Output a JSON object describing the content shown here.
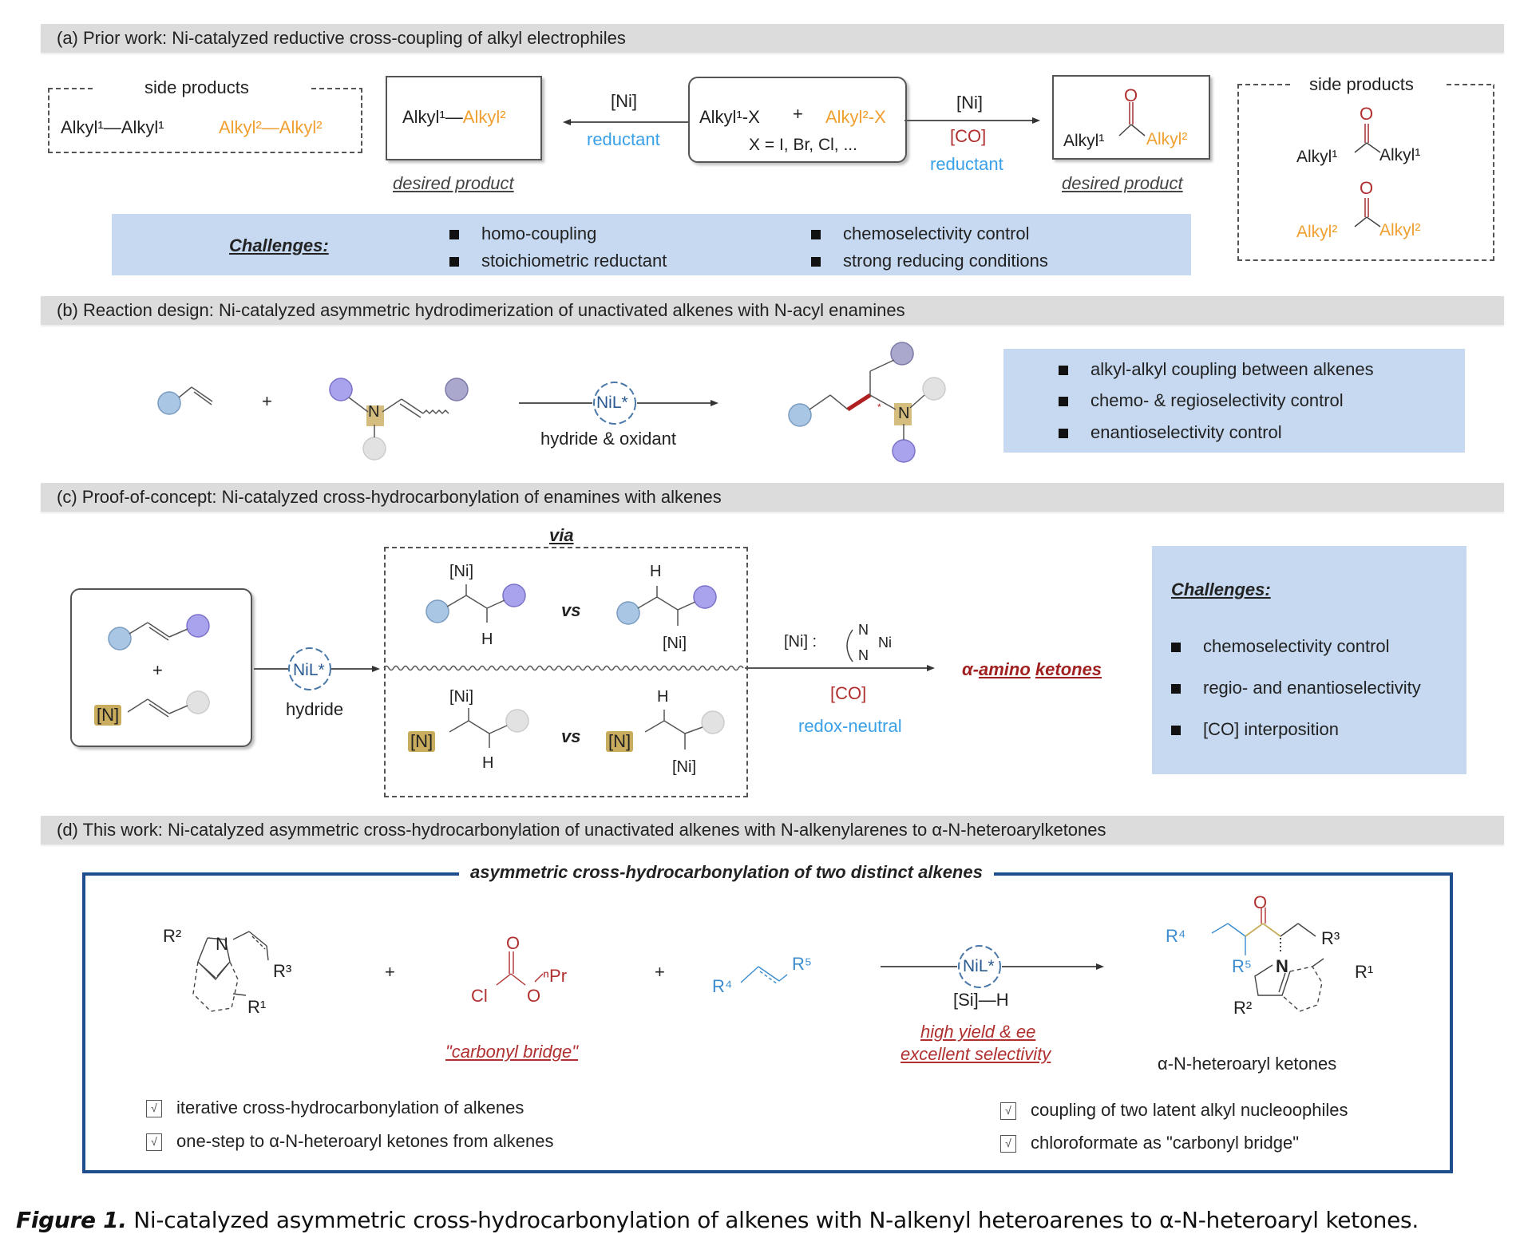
{
  "section_a": {
    "header": "(a) Prior work: Ni-catalyzed reductive cross-coupling of alkyl electrophiles",
    "side_products_left": {
      "label": "side products",
      "item1": "Alkyl¹—Alkyl¹",
      "item2": "Alkyl²—Alkyl²"
    },
    "product_left": {
      "part1": "Alkyl¹—",
      "part2": "Alkyl²",
      "caption": "desired product"
    },
    "arrow_left": {
      "top": "[Ni]",
      "bottom": "reductant"
    },
    "reactants": {
      "r1": "Alkyl¹-X",
      "plus": "+",
      "r2": "Alkyl²-X",
      "note": "X = I, Br, Cl, ..."
    },
    "arrow_right": {
      "top": "[Ni]",
      "middle": "[CO]",
      "bottom": "reductant"
    },
    "product_right": {
      "o": "O",
      "left": "Alkyl¹",
      "right": "Alkyl²",
      "caption": "desired product"
    },
    "side_products_right": {
      "label": "side products",
      "k1": {
        "o": "O",
        "left": "Alkyl¹",
        "right": "Alkyl¹"
      },
      "k2": {
        "o": "O",
        "left": "Alkyl²",
        "right": "Alkyl²"
      }
    },
    "challenges": {
      "title": "Challenges:",
      "items": [
        "homo-coupling",
        "stoichiometric reductant",
        "chemoselectivity control",
        "strong reducing conditions"
      ]
    }
  },
  "section_b": {
    "header": "(b) Reaction design: Ni-catalyzed asymmetric hydrodimerization of unactivated alkenes with N-acyl enamines",
    "plus": "+",
    "n_label": "N",
    "catalyst": "NiL*",
    "conditions": "hydride & oxidant",
    "stereo_mark": "*",
    "features": [
      "alkyl-alkyl coupling between alkenes",
      "chemo- & regioselectivity control",
      "enantioselectivity control"
    ]
  },
  "section_c": {
    "header": "(c) Proof-of-concept: Ni-catalyzed cross-hydrocarbonylation of enamines with alkenes",
    "plus": "+",
    "n_tag": "[N]",
    "catalyst": "NiL*",
    "conditions": "hydride",
    "via": "via",
    "ni": "[Ni]",
    "h": "H",
    "vs": "vs",
    "arrow_top": "[Ni] :",
    "ligand_n": "N",
    "ligand_ni": "Ni",
    "arrow_co": "[CO]",
    "arrow_bottom": "redox-neutral",
    "product": {
      "alpha": "α-",
      "amino": "amino",
      "ketones": "ketones"
    },
    "challenges": {
      "title": "Challenges:",
      "items": [
        "chemoselectivity control",
        "regio- and enantioselectivity",
        "[CO] interposition"
      ]
    }
  },
  "section_d": {
    "header": "(d) This work: Ni-catalyzed asymmetric cross-hydrocarbonylation of unactivated alkenes with N-alkenylarenes to α-N-heteroarylketones",
    "box_title": "asymmetric cross-hydrocarbonylation of two distinct alkenes",
    "substrate": {
      "r2": "R²",
      "n": "N",
      "r3": "R³",
      "r1": "R¹"
    },
    "plus": "+",
    "chloroformate": {
      "o_top": "O",
      "cl": "Cl",
      "o": "O",
      "pr": "ⁿPr",
      "caption": "\"carbonyl bridge\""
    },
    "alkene": {
      "r4": "R⁴",
      "r5": "R⁵"
    },
    "catalyst": "NiL*",
    "reagent": "[Si]—H",
    "conditions1": "high yield & ee",
    "conditions2": "excellent selectivity",
    "product": {
      "o": "O",
      "r4": "R⁴",
      "r5": "R⁵",
      "r3": "R³",
      "n": "N",
      "r1": "R¹",
      "r2": "R²",
      "caption": "α-N-heteroaryl ketones"
    },
    "features_left": [
      "iterative cross-hydrocarbonylation of alkenes",
      "one-step to α-N-heteroaryl ketones from alkenes"
    ],
    "features_right": [
      "coupling of two latent alkyl nucleoophiles",
      "chloroformate as \"carbonyl bridge\""
    ],
    "check_glyph": "√"
  },
  "caption": {
    "label": "Figure 1.",
    "text": " Ni-catalyzed asymmetric cross-hydrocarbonylation of alkenes with N-alkenyl heteroarenes to α-N-heteroaryl ketones."
  },
  "colors": {
    "alkyl2_orange": "#f0a030",
    "reagent_blue": "#3aa0e8",
    "carbonyl_red": "#b03030",
    "challenge_bg": "#c6d9f0",
    "header_bg": "#dcdcdc",
    "frame_navy": "#1f4e8c",
    "ball_blue": "#a9c6e4",
    "ball_purple": "#a9a3ee",
    "ball_grey": "#e2e2e2",
    "n_gold": "#c9ac5e"
  }
}
